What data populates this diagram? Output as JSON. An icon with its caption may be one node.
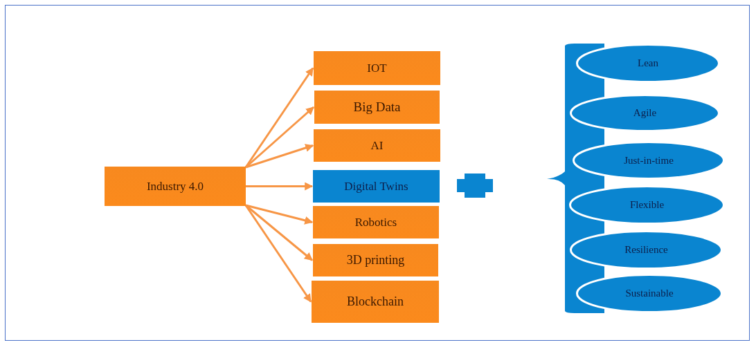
{
  "diagram": {
    "nodes": [
      {
        "text": [
          "Industry 4.0"
        ]
      },
      {
        "text": [
          "IOT"
        ]
      },
      {
        "text": [
          "Big Data"
        ]
      },
      {
        "text": [
          "AI"
        ]
      },
      {
        "text": [
          "Digital Twins"
        ]
      },
      {
        "text": [
          "Robotics"
        ]
      },
      {
        "text": [
          "3D printing"
        ]
      },
      {
        "text": [
          "Blockchain"
        ]
      },
      {
        "text": [],
        "shape": "bracket"
      },
      {
        "text": [
          "Lean"
        ]
      },
      {
        "text": [
          "Agile"
        ]
      },
      {
        "text": [
          "Just-in-time"
        ]
      },
      {
        "text": [
          "Flexible"
        ]
      },
      {
        "text": [
          "Resilience"
        ]
      },
      {
        "text": [
          "Sustainable"
        ]
      }
    ],
    "edges": [
      {
        "from": 0,
        "to": 1,
        "arrow": "to"
      },
      {
        "from": 0,
        "to": 2,
        "arrow": "to"
      },
      {
        "from": 0,
        "to": 3,
        "arrow": "to"
      },
      {
        "from": 0,
        "to": 4,
        "arrow": "to"
      },
      {
        "from": 0,
        "to": 5,
        "arrow": "to"
      },
      {
        "from": 0,
        "to": 6,
        "arrow": "to"
      },
      {
        "from": 0,
        "to": 7,
        "arrow": "to"
      }
    ]
  }
}
